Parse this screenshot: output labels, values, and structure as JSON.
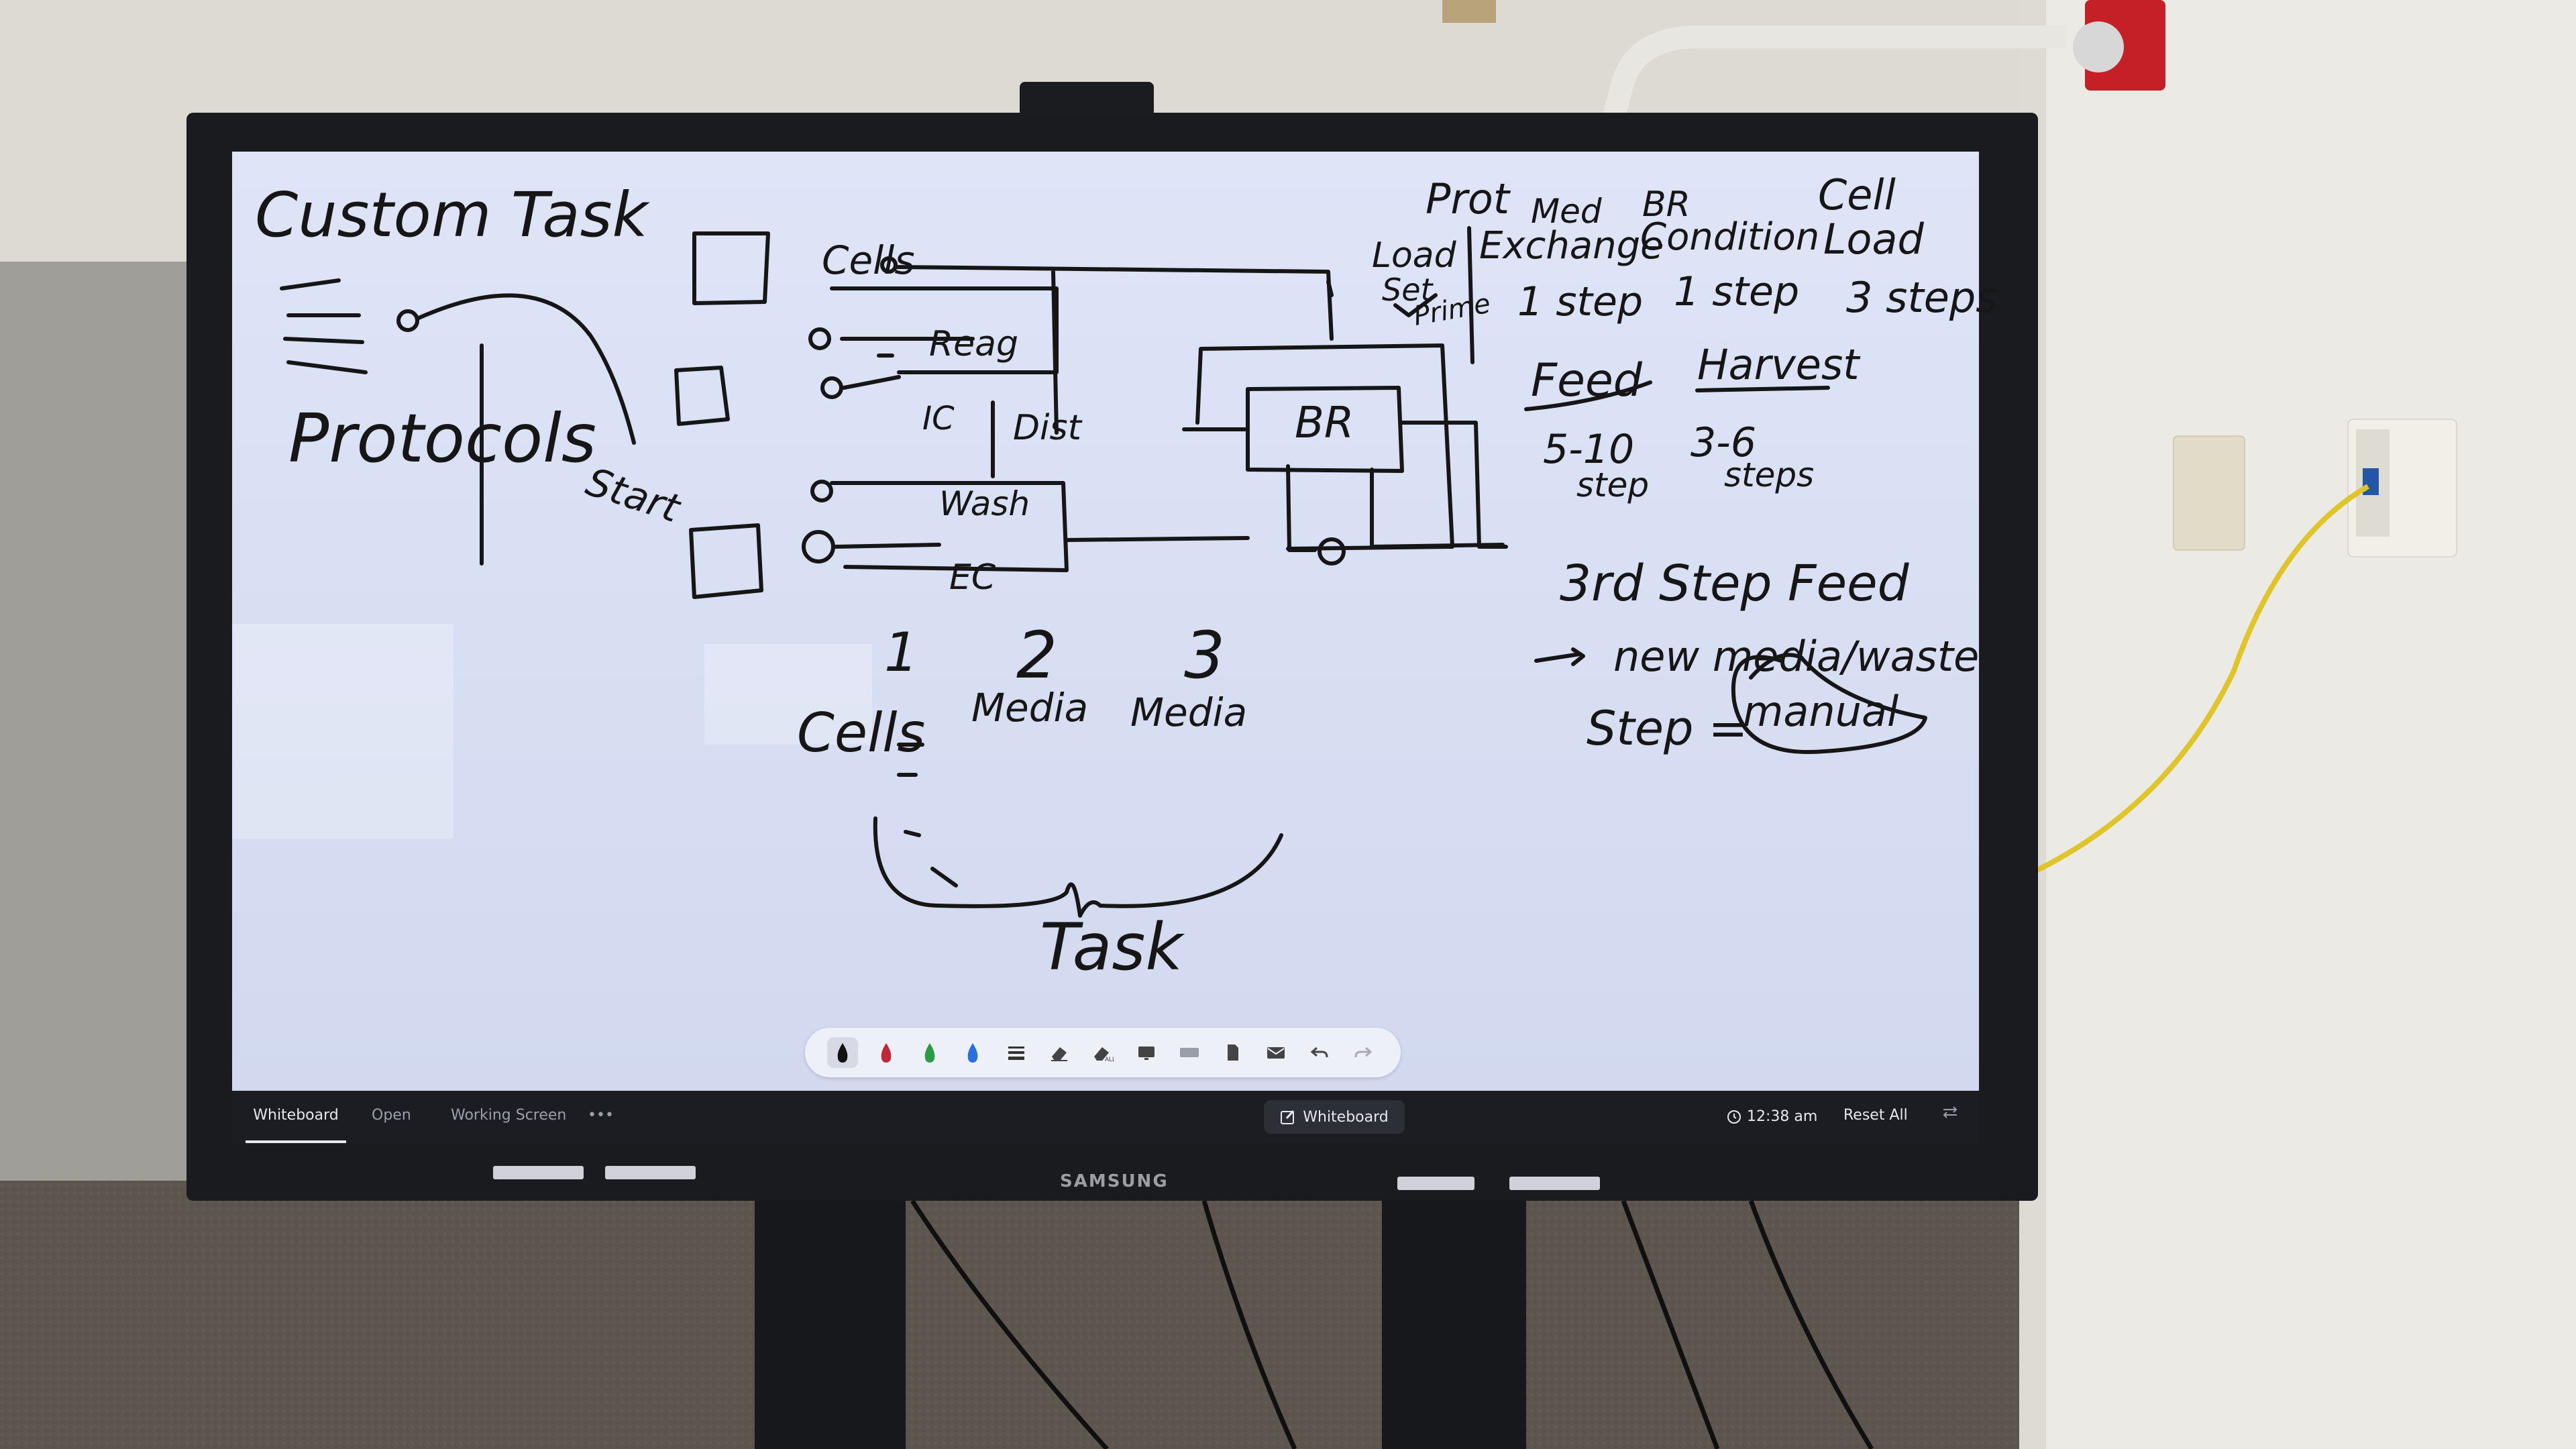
{
  "whiteboard": {
    "title": "Custom Task",
    "protocols_label": "Protocols",
    "start_label": "Start",
    "cells_line_label": "Cells",
    "reag_label": "Reag",
    "wash_label": "Wash",
    "ic_label": "IC",
    "ec_label": "EC",
    "dist_label": "Dist",
    "br_label": "BR",
    "header_prot": "Prot",
    "header_med": "Med",
    "header_exchange": "Exchange",
    "header_br": "BR",
    "header_condition": "Condition",
    "header_cell": "Cell",
    "header_load": "Load",
    "load_set": "Load",
    "set_label": "Set",
    "prime_label": "Prime",
    "one_step_a": "1 step",
    "one_step_b": "1 step",
    "three_steps": "3 steps",
    "feed_label": "Feed",
    "harvest_label": "Harvest",
    "feed_steps": "5-10",
    "feed_steps_b": "step",
    "harvest_steps": "3-6",
    "harvest_steps_b": "steps",
    "third_step_feed": "3rd Step Feed",
    "new_media_waste": "new media/waste",
    "step_eq": "Step =",
    "manual": "manual",
    "num1": "1",
    "num2": "2",
    "num3": "3",
    "cells_col": "Cells",
    "media_col1": "Media",
    "media_col2": "Media",
    "task_label": "Task"
  },
  "toolbar": {
    "pen_colors": [
      "#111111",
      "#c0283a",
      "#2e9a44",
      "#2a6fdb"
    ],
    "icons": [
      "pen-black-icon",
      "pen-red-icon",
      "pen-green-icon",
      "pen-blue-icon",
      "line-weight-icon",
      "eraser-icon",
      "erase-all-icon",
      "screen-capture-icon",
      "keyboard-icon",
      "document-icon",
      "email-icon",
      "undo-icon",
      "redo-icon"
    ]
  },
  "taskbar": {
    "tab_whiteboard": "Whiteboard",
    "tab_open": "Open",
    "tab_working": "Working Screen",
    "more": "•••",
    "center_button": "Whiteboard",
    "time": "12:38 am",
    "reset": "Reset All"
  },
  "device": {
    "brand": "SAMSUNG"
  }
}
